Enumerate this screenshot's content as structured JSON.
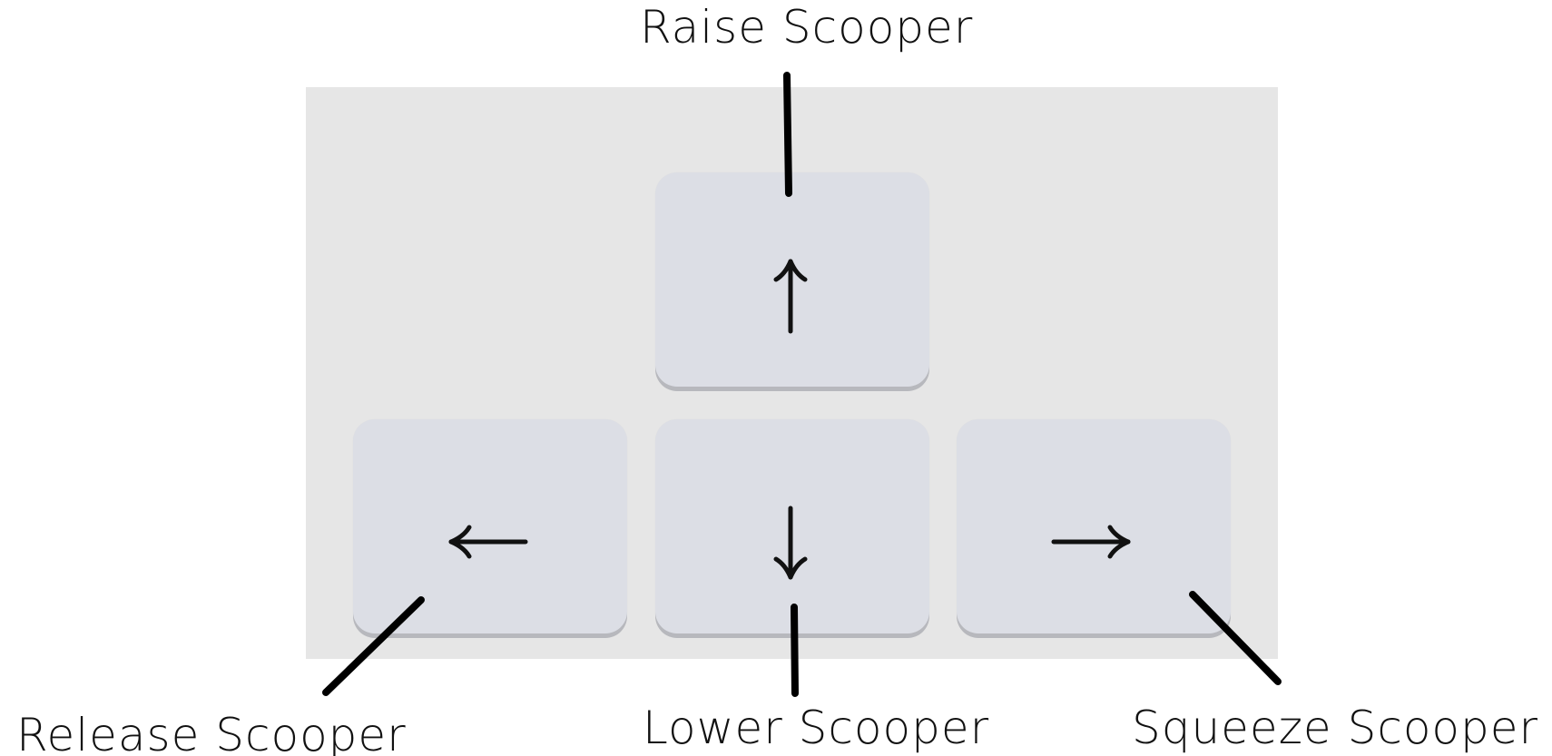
{
  "labels": {
    "raise": "Raise Scooper",
    "release": "Release Scooper",
    "lower": "Lower Scooper",
    "squeeze": "Squeeze Scooper"
  },
  "keys": {
    "up": "arrow-up-icon",
    "left": "arrow-left-icon",
    "down": "arrow-down-icon",
    "right": "arrow-right-icon"
  },
  "colors": {
    "panel": "#e6e6e6",
    "key_face": "#dcdee5",
    "key_shadow": "#b7b8bd",
    "ink": "#111111"
  }
}
